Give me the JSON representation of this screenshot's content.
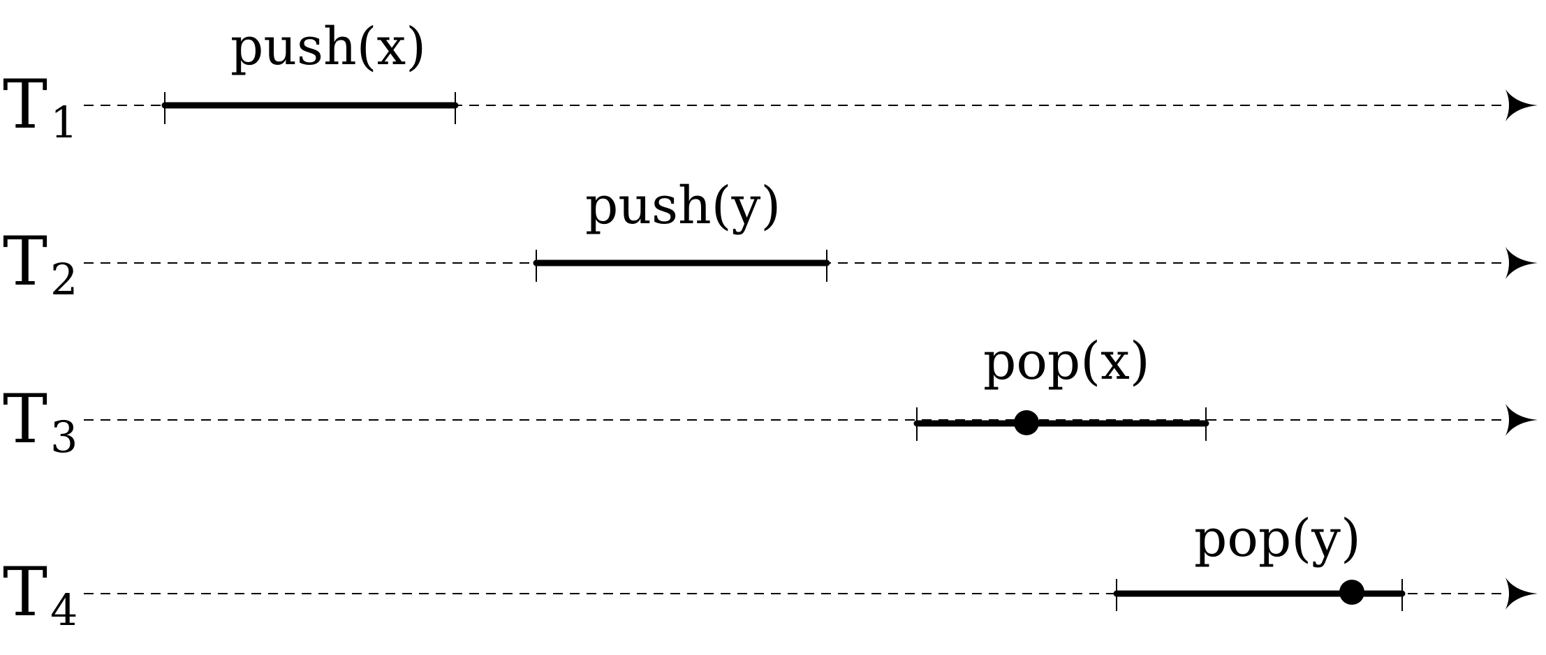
{
  "threads": [
    {
      "name": "T",
      "index": "1",
      "operation": {
        "label": "push(x)",
        "linearization_point": null
      }
    },
    {
      "name": "T",
      "index": "2",
      "operation": {
        "label": "push(y)",
        "linearization_point": null
      }
    },
    {
      "name": "T",
      "index": "3",
      "operation": {
        "label": "pop(x)",
        "linearization_point": "shown"
      }
    },
    {
      "name": "T",
      "index": "4",
      "operation": {
        "label": "pop(y)",
        "linearization_point": "shown"
      }
    }
  ],
  "colors": {
    "ink": "#000000",
    "background": "#ffffff"
  }
}
